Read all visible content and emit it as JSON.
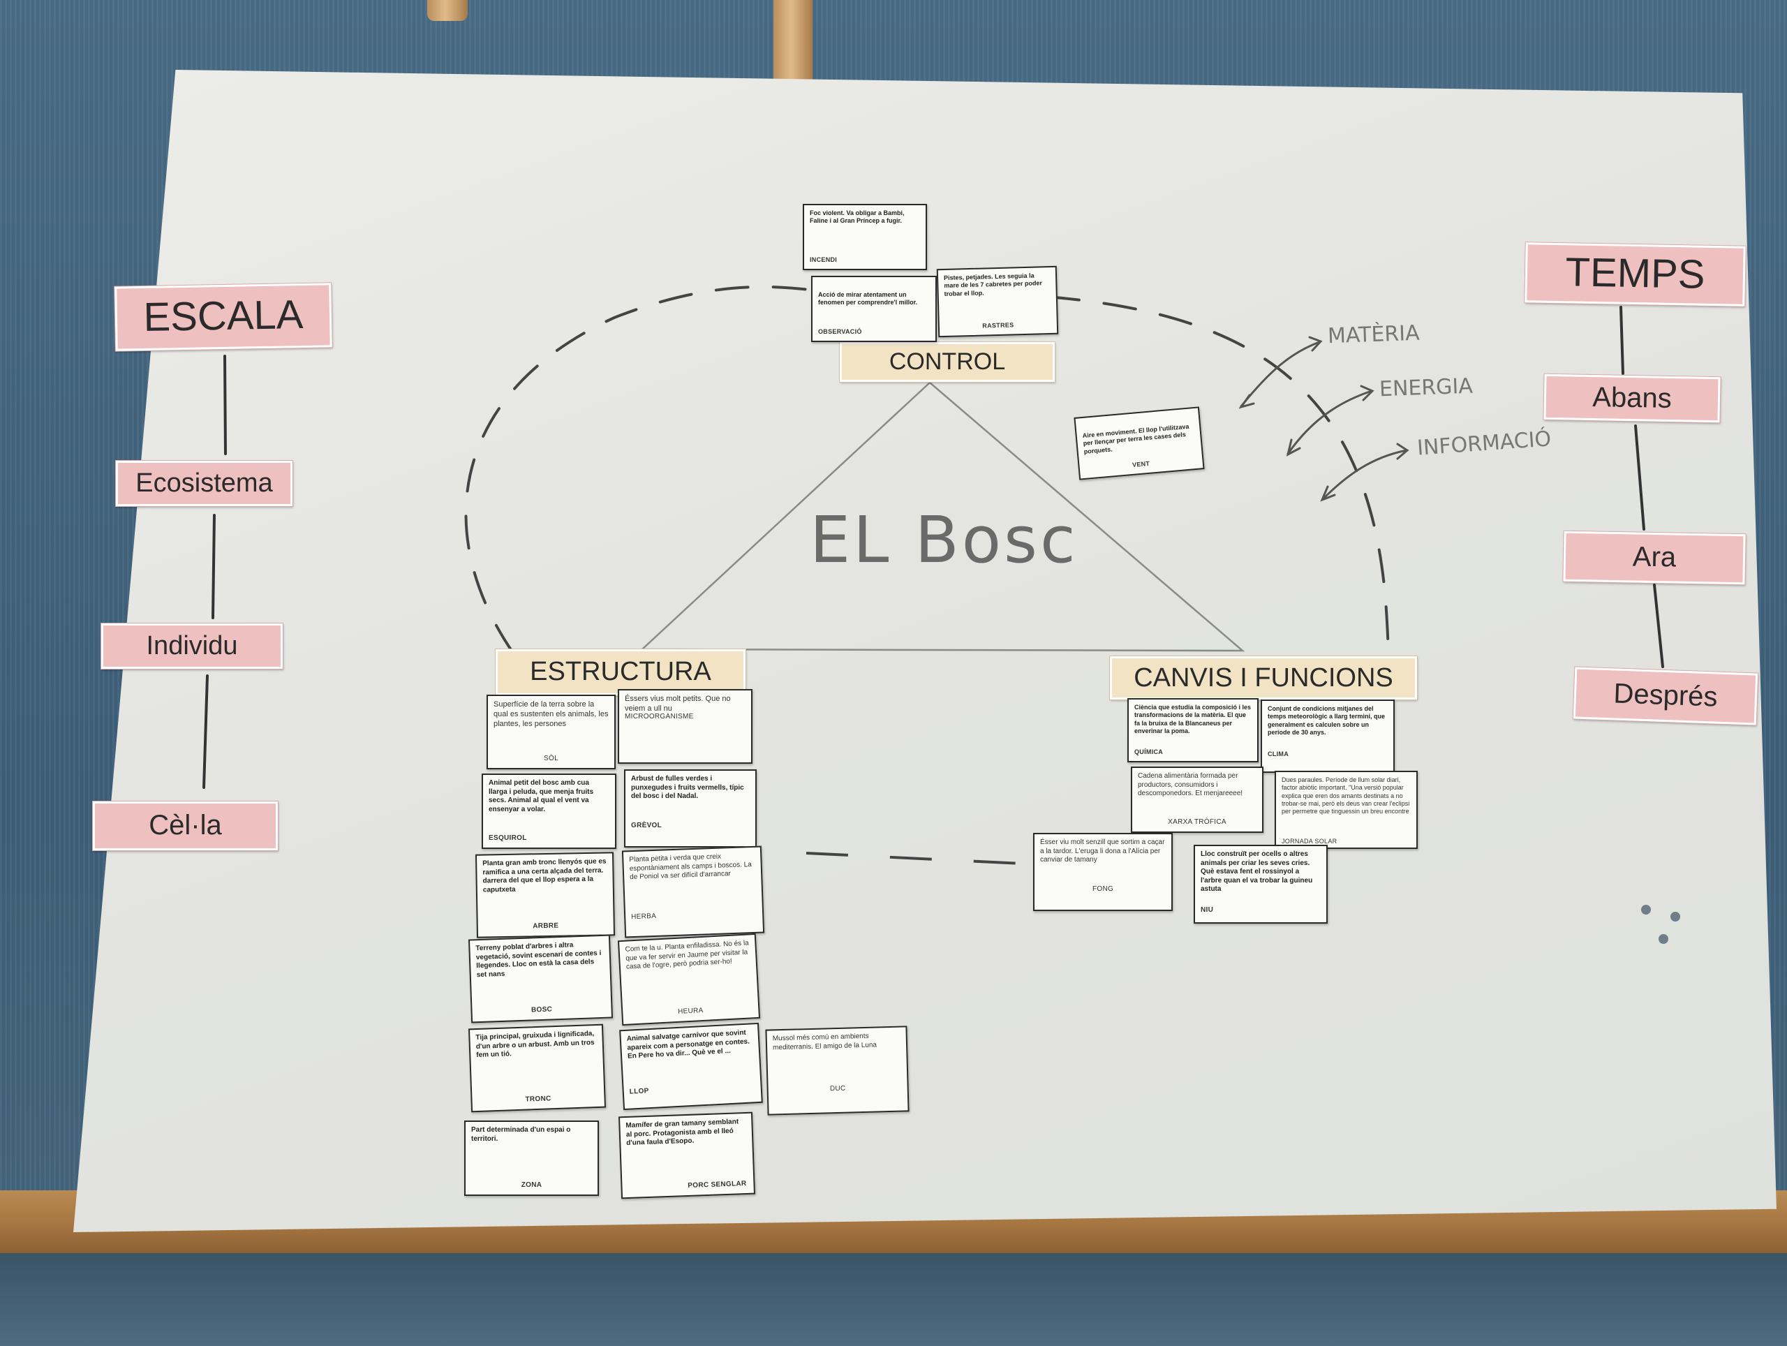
{
  "center": {
    "title": "EL Bosc"
  },
  "headers": {
    "control": "CONTROL",
    "estructura": "ESTRUCTURA",
    "canvis": "CANVIS I FUNCIONS"
  },
  "escala": {
    "title": "ESCALA",
    "items": [
      "Ecosistema",
      "Individu",
      "Cèl·la"
    ]
  },
  "temps": {
    "title": "TEMPS",
    "items": [
      "Abans",
      "Ara",
      "Després"
    ]
  },
  "flows": [
    "MATÈRIA",
    "ENERGIA",
    "INFORMACIÓ"
  ],
  "cards": {
    "incendi": {
      "def": "Foc violent. Va obligar a Bambi, Faline i al Gran Príncep a fugir.",
      "term": "INCENDI"
    },
    "observacio": {
      "def": "Acció de mirar atentament un fenomen per comprendre'l millor.",
      "term": "OBSERVACIÓ"
    },
    "rastres": {
      "def": "Pistes, petjades. Les seguia la mare de les 7 cabretes per poder trobar el llop.",
      "term": "RASTRES"
    },
    "vent": {
      "def": "Aire en moviment. El llop l'utilitzava per llençar per terra les cases dels porquets.",
      "term": "VENT"
    },
    "sol": {
      "def": "Superfície de la terra sobre la qual es sustenten els animals, les plantes, les persones",
      "term": "SÒL"
    },
    "microorganisme": {
      "def": "Éssers vius molt petits. Que no veiem a ull nu",
      "term": "MICROORGANISME"
    },
    "esquirol": {
      "def": "Animal petit del bosc amb cua llarga i peluda, que menja fruits secs. Animal al qual el vent va ensenyar a volar.",
      "term": "ESQUIROL"
    },
    "grevol": {
      "def": "Arbust de fulles verdes i punxegudes i fruits vermells, típic del bosc i del Nadal.",
      "term": "GRÈVOL"
    },
    "arbre": {
      "def": "Planta gran amb tronc llenyós que es ramifica a una certa alçada del terra. darrera del que el llop espera a la caputxeta",
      "term": "ARBRE"
    },
    "herba": {
      "def": "Planta petita i verda que creix espontàniament als camps i boscos. La de Poniol va ser difícil d'arrancar",
      "term": "HERBA"
    },
    "bosc": {
      "def": "Terreny poblat d'arbres i altra vegetació, sovint escenari de contes i llegendes. Lloc on està la casa dels set nans",
      "term": "BOSC"
    },
    "heura": {
      "def": "Com te la u. Planta enfiladissa. No és la que va fer servir en Jaume per visitar la casa de l'ogre, però podria ser-ho!",
      "term": "HEURA"
    },
    "tronc": {
      "def": "Tija principal, gruixuda i lignificada, d'un arbre o un arbust. Amb un tros fem un tió.",
      "term": "TRONC"
    },
    "llop": {
      "def": "Animal salvatge carnívor que sovint apareix com a personatge en contes. En Pere ho va dir... Què ve el ...",
      "term": "LLOP"
    },
    "duc": {
      "def": "Mussol més comú en ambients mediterranis. El amigo de la Luna",
      "term": "DUC"
    },
    "zona": {
      "def": "Part determinada d'un espai o territori.",
      "term": "ZONA"
    },
    "porc_senglar": {
      "def": "Mamífer de gran tamany semblant al porc. Protagonista amb el lleó d'una faula d'Esopo.",
      "term": "PORC SENGLAR"
    },
    "quimica": {
      "def": "Ciència que estudia la composició i les transformacions de la matèria. El que fa la bruixa de la Blancaneus per enverinar la poma.",
      "term": "QUÍMICA"
    },
    "clima": {
      "def": "Conjunt de condicions mitjanes del temps meteorològic a llarg termini, que generalment es calculen sobre un període de 30 anys.",
      "term": "CLIMA"
    },
    "xarxa_trofica": {
      "def": "Cadena alimentària formada per productors, consumidors i descomponedors. Et menjareeee!",
      "term": "XARXA TRÒFICA"
    },
    "jornada_solar": {
      "def": "Dues paraules. Període de llum solar diari, factor abiòtic important. \"Una versió popular explica que eren dos amants destinats a no trobar-se mai, però els deus van crear l'eclipsi per permetre que tinguessin un breu encontre",
      "term": "JORNADA SOLAR"
    },
    "fong": {
      "def": "Ésser viu molt senzill que sortim a caçar a la tardor. L'eruga li dona a l'Alícia per canviar de tamany",
      "term": "FONG"
    },
    "niu": {
      "def": "Lloc construït per ocells o altres animals per criar les seves cries. Què estava fent el rossinyol a l'arbre quan el va trobar la guineu astuta",
      "term": "NIU"
    }
  }
}
